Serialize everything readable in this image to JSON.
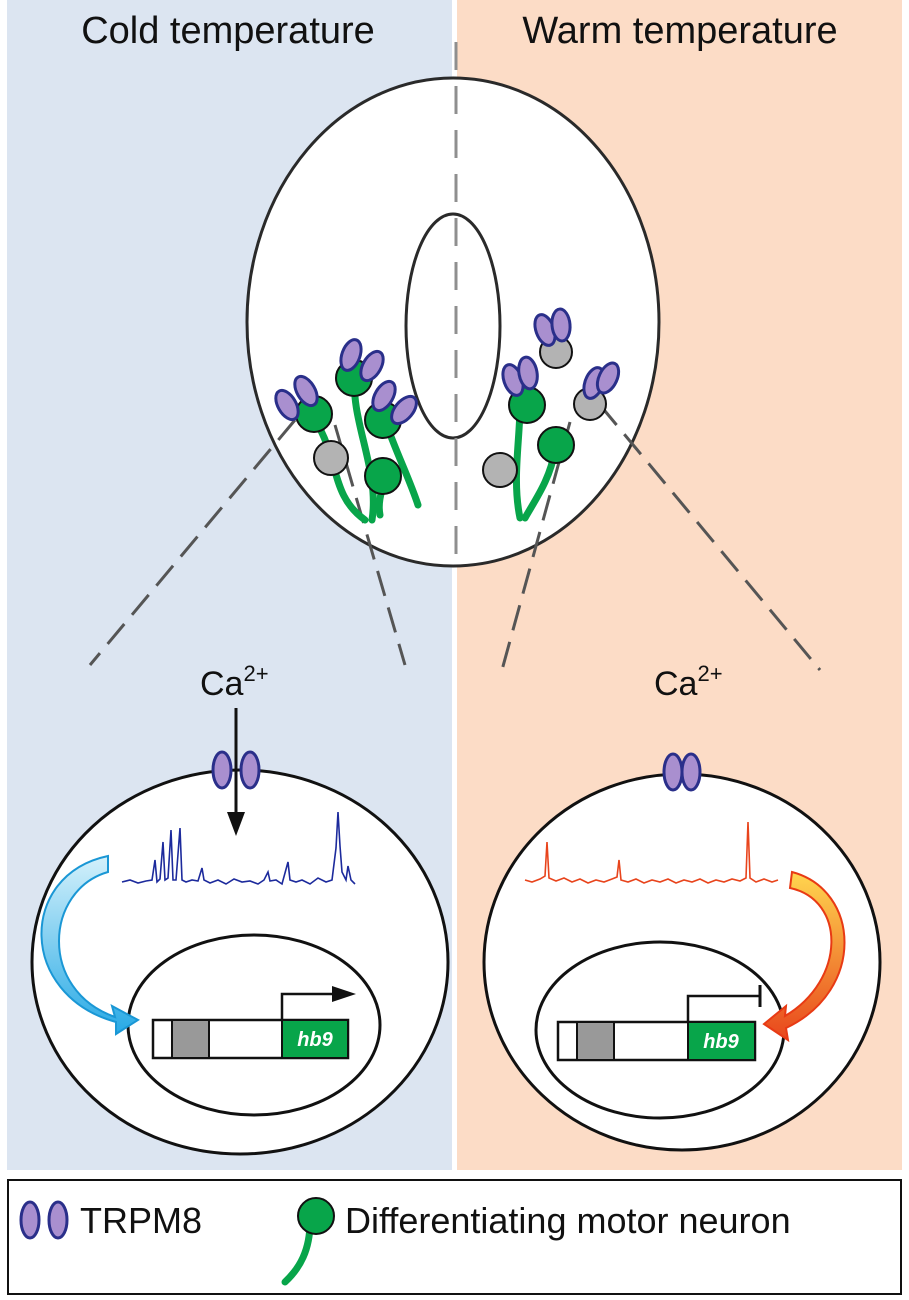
{
  "panels": {
    "cold": {
      "title": "Cold temperature",
      "background": "#dce5f1"
    },
    "warm": {
      "title": "Warm temperature",
      "background": "#fcdcc6"
    }
  },
  "ion_label": {
    "base": "Ca",
    "charge": "2+"
  },
  "gene_label": "hb9",
  "legend": {
    "channel_label": "TRPM8",
    "neuron_label": "Differentiating motor neuron"
  },
  "colors": {
    "trpm8_fill": "#a98fcf",
    "trpm8_stroke": "#2a2f8a",
    "neuron_green": "#08a54a",
    "gray_cell": "#b3b3b3",
    "cold_trace": "#1c2a9c",
    "warm_trace": "#e8441c",
    "cold_arrow": "#5bc0ee",
    "warm_arrow": "#f07a1e"
  },
  "icons": [
    "trpm8-channel-icon",
    "motor-neuron-icon",
    "transcription-arrow-icon",
    "transcription-block-icon"
  ]
}
